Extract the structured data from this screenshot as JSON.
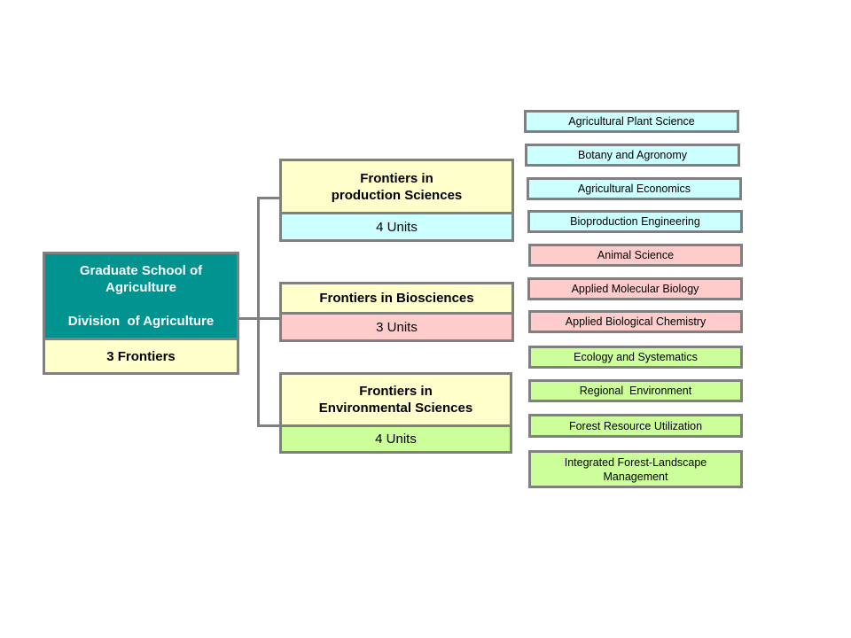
{
  "colors": {
    "teal": "#009390",
    "cream": "#ffffcc",
    "cyan": "#ccffff",
    "pink": "#ffcccc",
    "green": "#ccff99",
    "line": "#808080"
  },
  "root": {
    "title_line1": "Graduate School of",
    "title_line2": "Agriculture",
    "title_line3": "Division  of Agriculture",
    "footer": "3 Frontiers"
  },
  "frontiers": [
    {
      "title_line1": "Frontiers in",
      "title_line2": "production Sciences",
      "units": "4 Units"
    },
    {
      "title_line1": "Frontiers in Biosciences",
      "units": "3 Units"
    },
    {
      "title_line1": "Frontiers in",
      "title_line2": "Environmental Sciences",
      "units": "4 Units"
    }
  ],
  "units": [
    {
      "label": "Agricultural Plant Science"
    },
    {
      "label": "Botany and Agronomy"
    },
    {
      "label": "Agricultural Economics"
    },
    {
      "label": "Bioproduction Engineering"
    },
    {
      "label": "Animal Science"
    },
    {
      "label": "Applied Molecular Biology"
    },
    {
      "label": "Applied Biological Chemistry"
    },
    {
      "label": "Ecology and Systematics"
    },
    {
      "label": "Regional  Environment"
    },
    {
      "label": "Forest Resource Utilization"
    },
    {
      "label_line1": "Integrated Forest-Landscape",
      "label_line2": "Management"
    }
  ]
}
